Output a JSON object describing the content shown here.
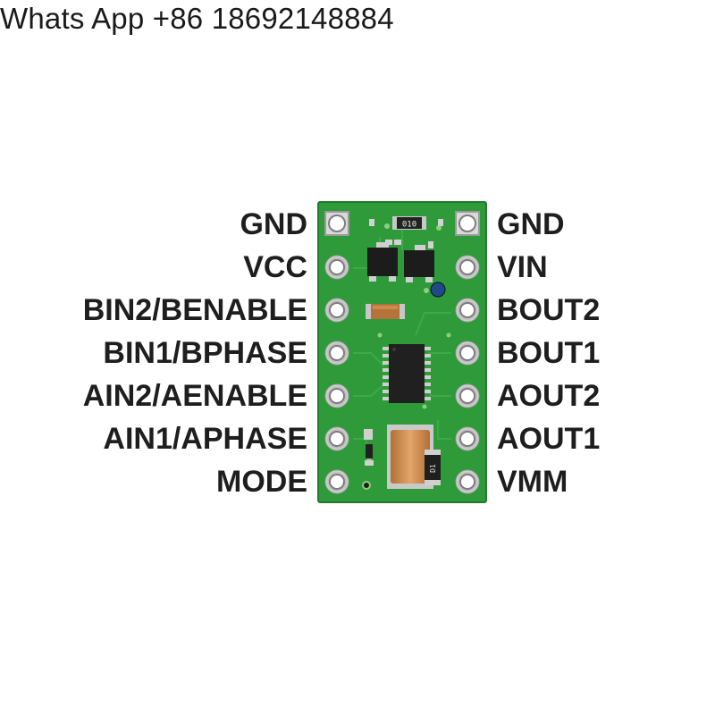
{
  "header": {
    "text": "Whats App +86 18692148884"
  },
  "board": {
    "pcb_color": "#2e9a3a",
    "left_pins": [
      "GND",
      "VCC",
      "BIN2/BENABLE",
      "BIN1/BPHASE",
      "AIN2/AENABLE",
      "AIN1/APHASE",
      "MODE"
    ],
    "right_pins": [
      "GND",
      "VIN",
      "BOUT2",
      "BOUT1",
      "AOUT2",
      "AOUT1",
      "VMM"
    ],
    "resistor_marking": "010",
    "small_marking": "D1"
  }
}
